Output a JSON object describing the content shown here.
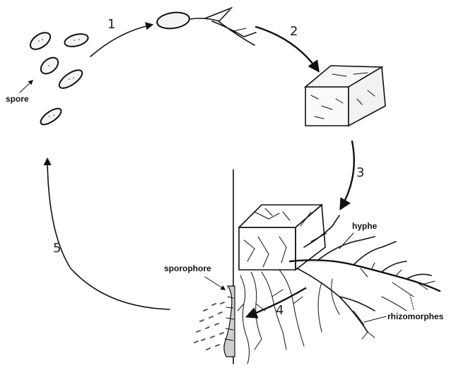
{
  "labels": {
    "spore": "spore",
    "hyphe": "hyphe",
    "sporophore": "sporophore",
    "rhizomorphes": "rhizomorphes"
  },
  "steps": [
    "1",
    "2",
    "3",
    "4",
    "5"
  ]
}
